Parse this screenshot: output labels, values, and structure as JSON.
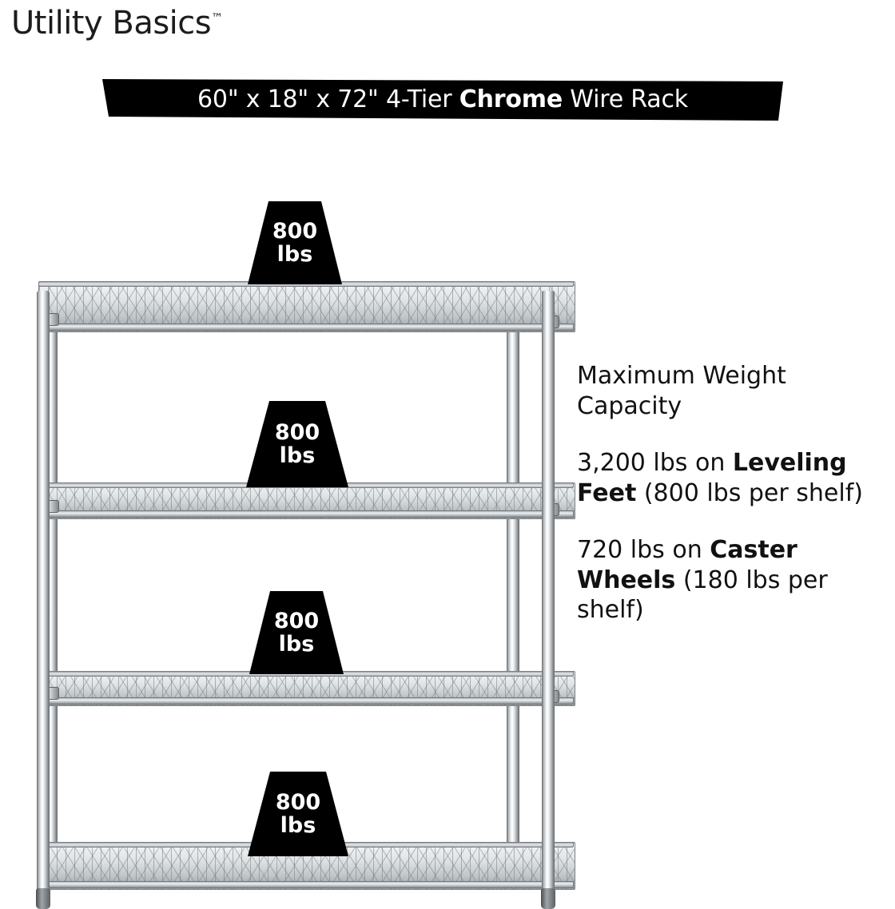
{
  "brand": {
    "name": "Utility Basics",
    "trademark": "™"
  },
  "banner": {
    "prefix": "60\" x 18\" x 72\" 4-Tier ",
    "emphasis": "Chrome",
    "suffix": " Wire Rack"
  },
  "product": {
    "tiers": 4,
    "shelf_badge_value": "800",
    "shelf_badge_unit": "lbs"
  },
  "badges": [
    {
      "value": "800",
      "unit": "lbs"
    },
    {
      "value": "800",
      "unit": "lbs"
    },
    {
      "value": "800",
      "unit": "lbs"
    },
    {
      "value": "800",
      "unit": "lbs"
    }
  ],
  "copy": {
    "heading": "Maximum Weight Capacity",
    "leveling": {
      "lead": "3,200 lbs on ",
      "bold": "Leveling Feet",
      "tail": " (800 lbs per shelf)"
    },
    "caster": {
      "lead": "720 lbs on ",
      "bold": "Caster Wheels",
      "tail": " (180 lbs per shelf)"
    }
  }
}
